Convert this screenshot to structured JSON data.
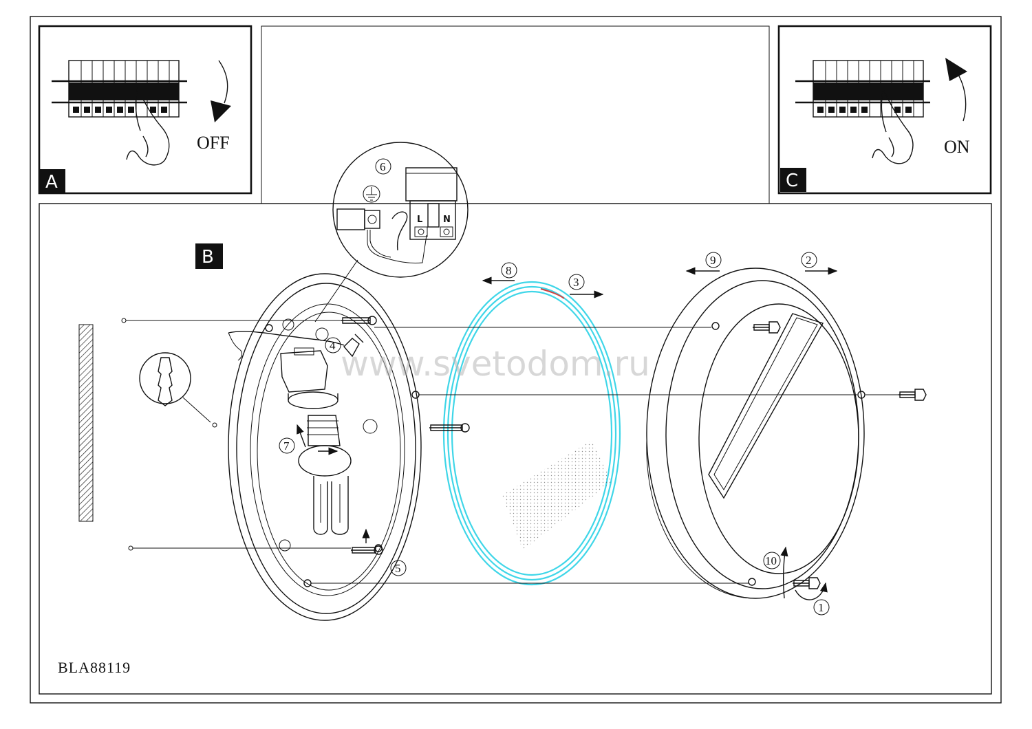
{
  "panels": {
    "a": {
      "label": "A",
      "switch_text": "OFF"
    },
    "b": {
      "label": "B"
    },
    "c": {
      "label": "C",
      "switch_text": "ON"
    }
  },
  "steps": [
    "1",
    "2",
    "3",
    "4",
    "5",
    "6",
    "7",
    "8",
    "9",
    "10"
  ],
  "terminals": {
    "live": "L",
    "neutral": "N"
  },
  "model_code": "BLA88119",
  "watermark": "www.svetodom.ru",
  "colors": {
    "line": "#111111",
    "gasket": "#3fd6e8",
    "label_bg": "#111111"
  }
}
